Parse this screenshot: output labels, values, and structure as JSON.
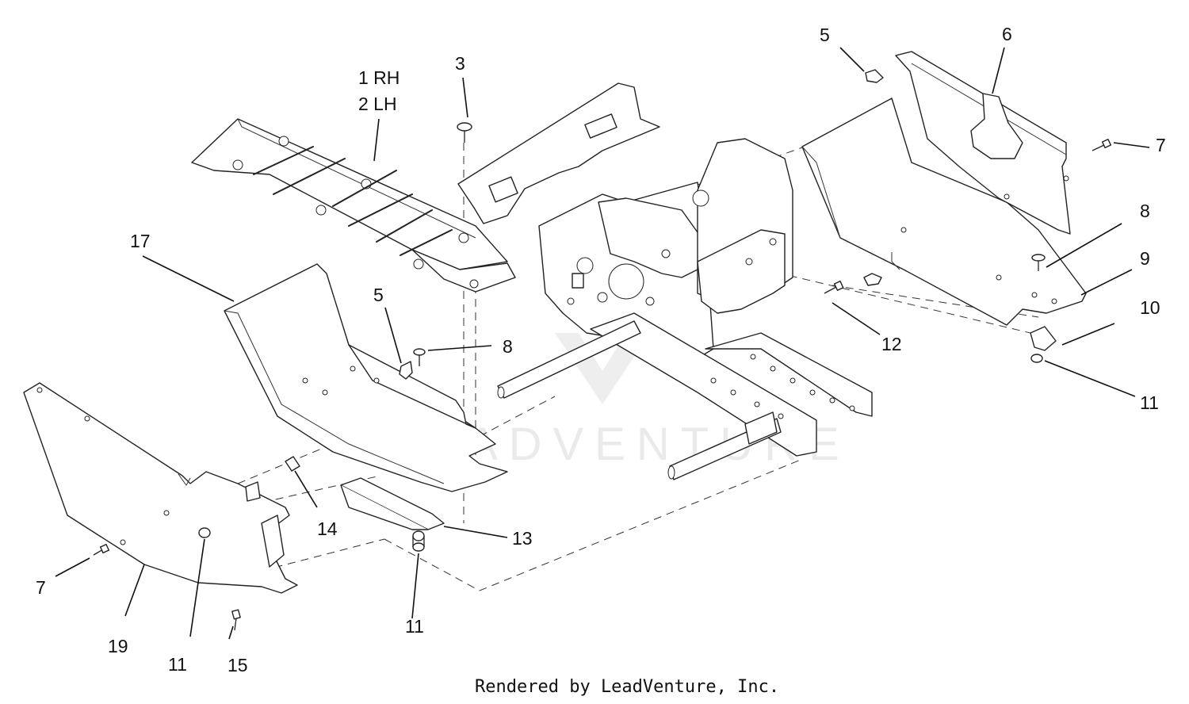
{
  "callouts": {
    "rh": "1 RH",
    "lh": "2 LH",
    "c3": "3",
    "c5a": "5",
    "c6": "6",
    "c7a": "7",
    "c8a": "8",
    "c9": "9",
    "c10": "10",
    "c11a": "11",
    "c12": "12",
    "c17": "17",
    "c5b": "5",
    "c8b": "8",
    "c13": "13",
    "c14": "14",
    "c7b": "7",
    "c19": "19",
    "c11b": "11",
    "c15": "15",
    "c11c": "11"
  },
  "watermark": "LEADVENTURE",
  "footer": "Rendered by LeadVenture, Inc.",
  "colors": {
    "ink": "#222222",
    "watermark": "#d9d9d9",
    "background": "#ffffff"
  }
}
